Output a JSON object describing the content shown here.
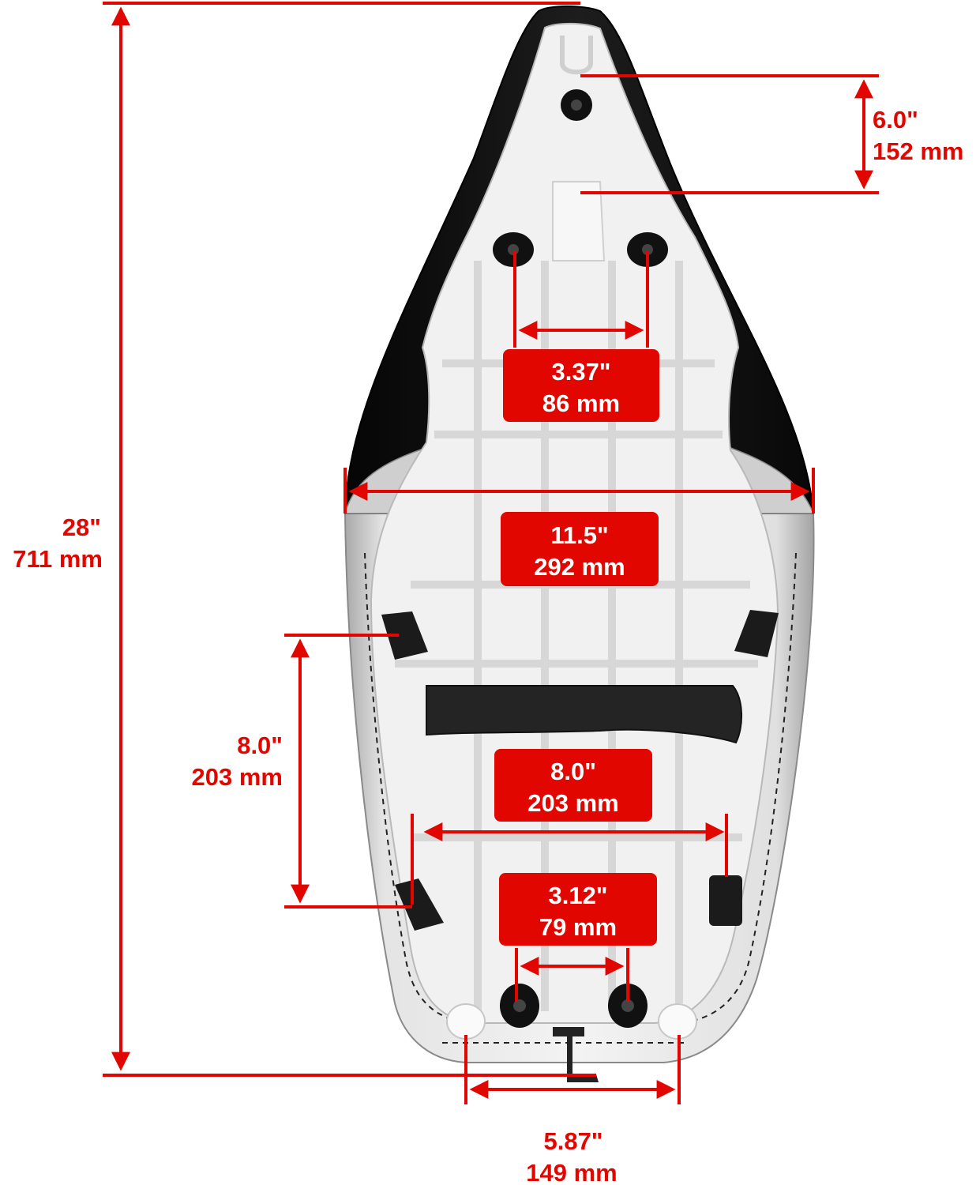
{
  "colors": {
    "accent": "#e10600",
    "seat_vinyl_black": "#151515",
    "seat_vinyl_silver": "#d3d3d3",
    "seat_base_white": "#f1f1f1",
    "label_text": "#ffffff"
  },
  "dimensions": {
    "overall_length": {
      "inches": "28\"",
      "mm": "711 mm"
    },
    "front_mount_spacing": {
      "inches": "6.0\"",
      "mm": "152 mm"
    },
    "front_bolt_spacing": {
      "inches": "3.37\"",
      "mm": "86 mm"
    },
    "seat_width": {
      "inches": "11.5\"",
      "mm": "292 mm"
    },
    "side_pad_vertical_spacing": {
      "inches": "8.0\"",
      "mm": "203 mm"
    },
    "side_pad_horizontal_spacing": {
      "inches": "8.0\"",
      "mm": "203 mm"
    },
    "rear_bolt_spacing": {
      "inches": "3.12\"",
      "mm": "79 mm"
    },
    "rear_tab_spacing": {
      "inches": "5.87\"",
      "mm": "149 mm"
    }
  },
  "icons": {
    "arrow": "double-headed-arrow",
    "mount": "rubber-grommet"
  }
}
